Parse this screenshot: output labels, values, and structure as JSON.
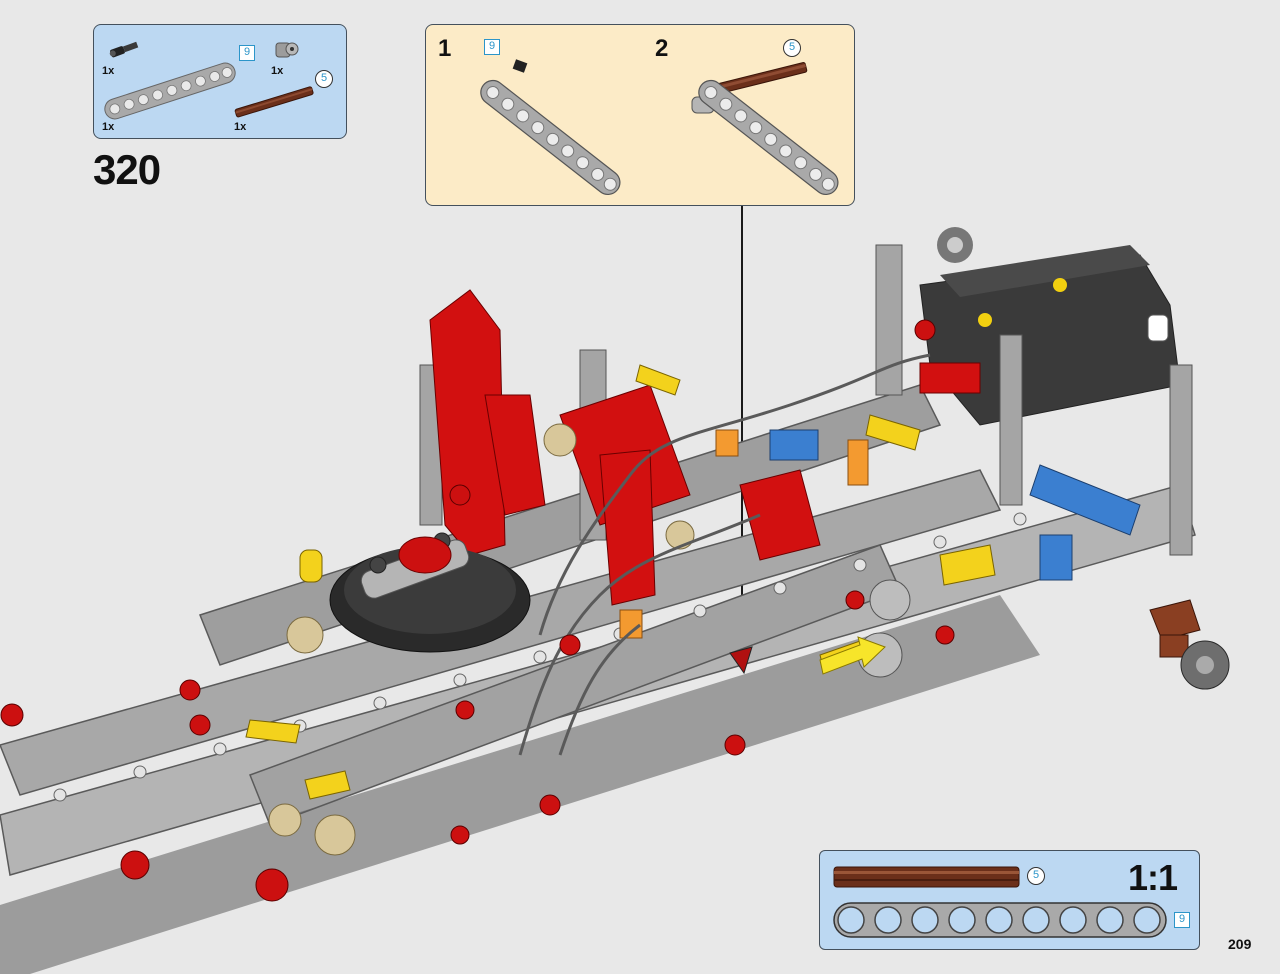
{
  "step": {
    "number": "320"
  },
  "parts_list": {
    "items": [
      {
        "name": "black-axle-pin-icon",
        "qty": "1x"
      },
      {
        "name": "gray-beam-9-icon",
        "qty": "1x",
        "length": "9"
      },
      {
        "name": "gray-bush-icon",
        "qty": "1x"
      },
      {
        "name": "brown-axle-5-icon",
        "qty": "1x",
        "length": "5"
      }
    ]
  },
  "substeps": [
    {
      "number": "1",
      "length": "9"
    },
    {
      "number": "2",
      "length": "5"
    }
  ],
  "ruler": {
    "scale": "1:1",
    "axle_length": "5",
    "beam_length": "9"
  },
  "page": {
    "number": "209"
  },
  "colors": {
    "parts_bg": "#bcd8f2",
    "substep_bg": "#fcebc7",
    "beam_gray": "#a7a7a7",
    "axle_brown": "#6b2f1a",
    "technic_red": "#d01010",
    "technic_yellow": "#f3d21c",
    "technic_blue": "#3b7fd0"
  }
}
